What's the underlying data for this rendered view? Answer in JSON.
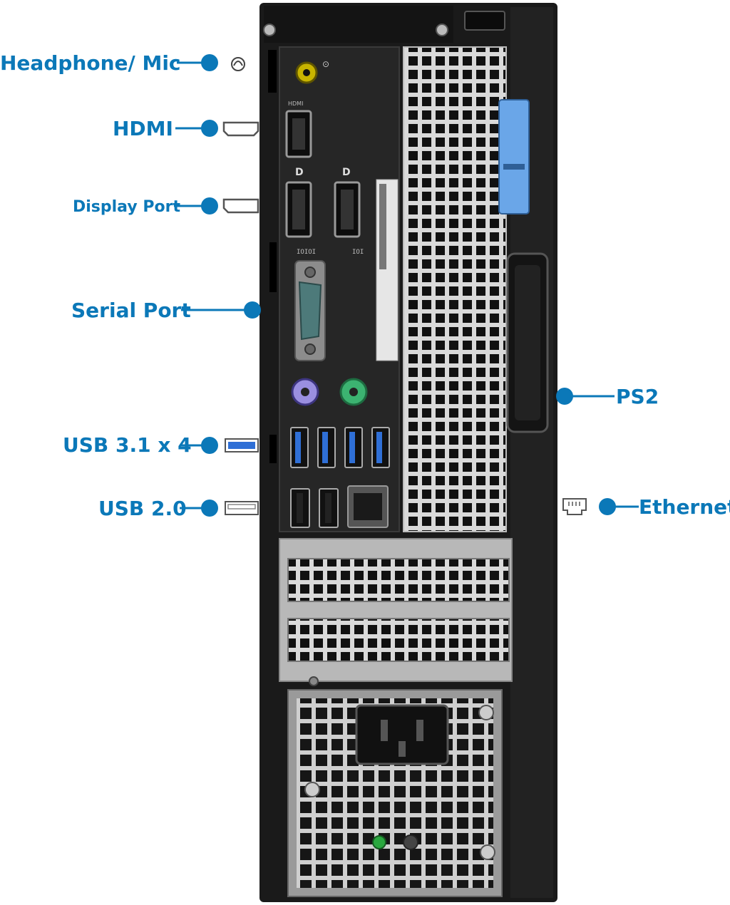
{
  "colors": {
    "accent": "#0b78b8",
    "chassis": "#1c1c1c",
    "panel": "#2a2a2a",
    "metal": "#9a9a9a",
    "usb3_blue": "#2f6fd6",
    "ps2_keyboard": "#9a8fe0",
    "ps2_mouse": "#3cb371",
    "audio_jack": "#c8b400",
    "latch_blue": "#6aa6e8"
  },
  "callouts": [
    {
      "id": "headphone-mic",
      "label": "Headphone/ Mic",
      "icon": "headphone-icon",
      "side": "left"
    },
    {
      "id": "hdmi",
      "label": "HDMI",
      "icon": "hdmi-icon",
      "side": "left"
    },
    {
      "id": "display-port",
      "label": "Display Port",
      "icon": "displayport-icon",
      "side": "left"
    },
    {
      "id": "serial-port",
      "label": "Serial Port",
      "icon": "",
      "side": "left"
    },
    {
      "id": "usb-3-1",
      "label": "USB 3.1 x 4",
      "icon": "usb3-icon",
      "side": "left"
    },
    {
      "id": "usb-2-0",
      "label": "USB 2.0",
      "icon": "usb2-icon",
      "side": "left"
    },
    {
      "id": "ps2",
      "label": "PS2",
      "icon": "",
      "side": "right"
    },
    {
      "id": "ethernet",
      "label": "Ethernet",
      "icon": "ethernet-icon",
      "side": "right"
    }
  ]
}
